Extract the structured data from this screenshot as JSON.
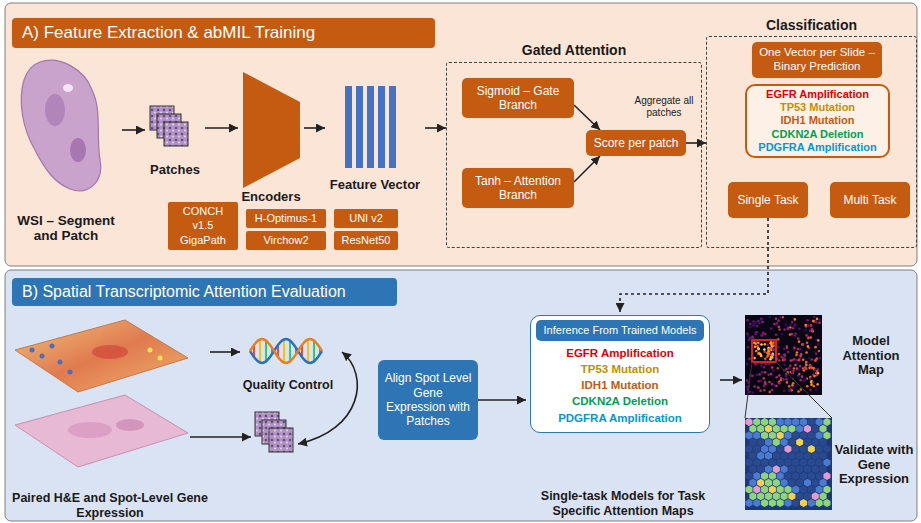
{
  "diagram": {
    "nodes": [
      {
        "text": [
          "A) Feature Extraction & abMIL Training"
        ]
      },
      {
        "text": [
          "WSI – Segment and Patch"
        ],
        "in": 0
      },
      {
        "text": [
          "Patches"
        ],
        "in": 0
      },
      {
        "text": [
          "Encoders"
        ],
        "in": 0
      },
      {
        "text": [
          "CONCH v1.5"
        ],
        "in": 0
      },
      {
        "text": [
          "H-Optimus-1"
        ],
        "in": 0
      },
      {
        "text": [
          "UNI v2"
        ],
        "in": 0
      },
      {
        "text": [
          "GigaPath"
        ],
        "in": 0
      },
      {
        "text": [
          "Virchow2"
        ],
        "in": 0
      },
      {
        "text": [
          "ResNet50"
        ],
        "in": 0
      },
      {
        "text": [
          "Feature Vector"
        ],
        "in": 0
      },
      {
        "text": [
          "Gated Attention"
        ],
        "in": 0
      },
      {
        "text": [
          "Sigmoid – Gate Branch"
        ],
        "in": 11
      },
      {
        "text": [
          "Tanh – Attention Branch"
        ],
        "in": 11
      },
      {
        "text": [
          "Score per patch"
        ],
        "in": 11
      },
      {
        "text": [
          "Classification"
        ],
        "in": 0
      },
      {
        "text": [
          "One Vector per Slide – Binary Prediction"
        ],
        "in": 15
      },
      {
        "text": [
          "EGFR Amplification",
          "TP53 Mutation",
          "IDH1 Mutation",
          "CDKN2A Deletion",
          "PDGFRA Amplification"
        ],
        "in": 15
      },
      {
        "text": [
          "Single Task"
        ],
        "in": 15
      },
      {
        "text": [
          "Multi Task"
        ],
        "in": 15
      },
      {
        "text": [
          "B) Spatial Transcriptomic Attention Evaluation"
        ]
      },
      {
        "text": [
          "Paired H&E and Spot-Level Gene Expression"
        ],
        "in": 20
      },
      {
        "text": [
          "Quality Control"
        ],
        "in": 20
      },
      {
        "text": [
          "Align Spot Level Gene Expression with Patches"
        ],
        "in": 20
      },
      {
        "text": [
          "Inference From Trained Models",
          "EGFR Amplification",
          "TP53 Mutation",
          "IDH1 Mutation",
          "CDKN2A Deletion",
          "PDGFRA Amplification",
          "Single-task Models for Task Specific Attention Maps"
        ],
        "in": 20
      },
      {
        "text": [
          "Model Attention Map"
        ],
        "in": 20
      },
      {
        "text": [
          "Validate with Gene Expression"
        ],
        "in": 20
      }
    ],
    "edges": [
      {
        "from": 1,
        "to": 2,
        "arrow": "to"
      },
      {
        "from": 2,
        "to": 3,
        "arrow": "to"
      },
      {
        "from": 3,
        "to": 10,
        "arrow": "to"
      },
      {
        "from": 10,
        "to": 11,
        "arrow": "to"
      },
      {
        "from": 12,
        "to": 14,
        "arrow": "to"
      },
      {
        "from": 13,
        "to": 14,
        "arrow": "to"
      },
      {
        "from": 14,
        "to": 15,
        "arrow": "to"
      },
      {
        "from": 18,
        "to": 24,
        "arrow": "to"
      },
      {
        "from": 21,
        "to": 22,
        "arrow": "to"
      },
      {
        "from": 23,
        "to": 24,
        "arrow": "to"
      },
      {
        "from": 24,
        "to": 25,
        "arrow": "to"
      }
    ],
    "labels": [
      "Aggregate all patches"
    ]
  }
}
